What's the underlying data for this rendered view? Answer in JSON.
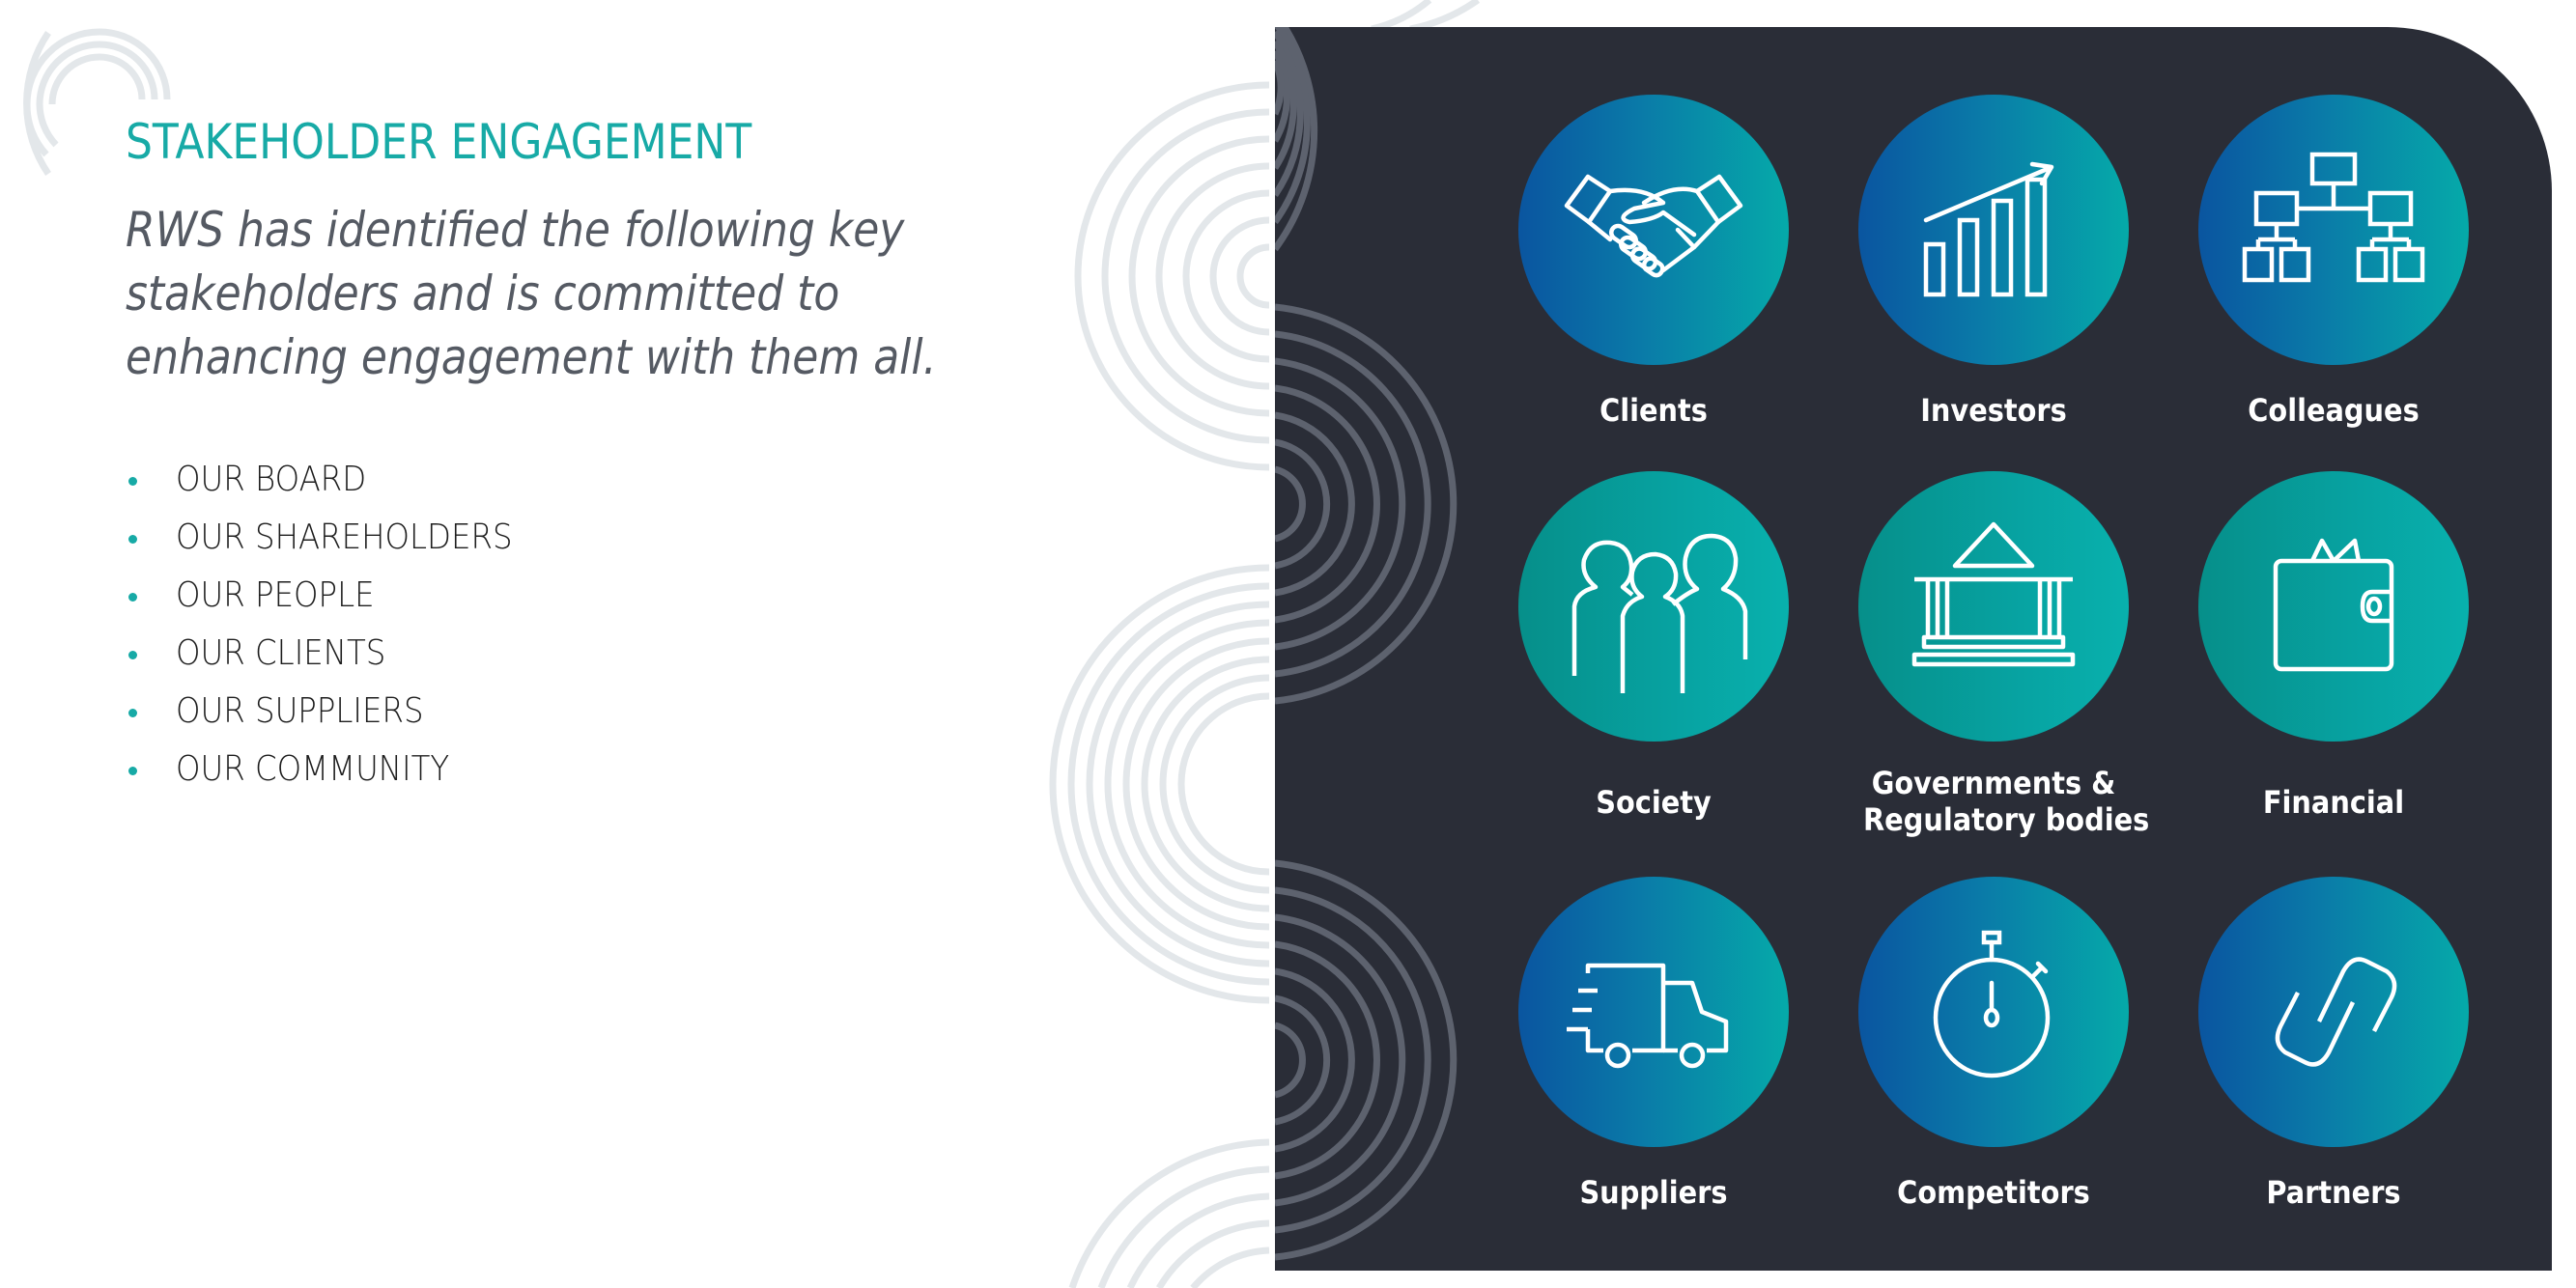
{
  "slide": {
    "title": "STAKEHOLDER ENGAGEMENT",
    "intro": "RWS has identified the following key stakeholders and is committed to enhancing engagement with them all.",
    "stakeholder_list": [
      {
        "label": "OUR BOARD"
      },
      {
        "label": "OUR SHAREHOLDERS"
      },
      {
        "label": "OUR PEOPLE"
      },
      {
        "label": "OUR CLIENTS"
      },
      {
        "label": "OUR SUPPLIERS"
      },
      {
        "label": "OUR COMMUNITY"
      }
    ]
  },
  "panel": {
    "tiles": [
      {
        "label": "Clients",
        "icon": "handshake-icon"
      },
      {
        "label": "Investors",
        "icon": "bar-chart-growth-icon"
      },
      {
        "label": "Colleagues",
        "icon": "org-chart-icon"
      },
      {
        "label": "Society",
        "icon": "people-group-icon"
      },
      {
        "label_line1": "Governments &",
        "label_line2": "Regulatory bodies",
        "icon": "government-building-icon"
      },
      {
        "label": "Financial",
        "icon": "wallet-icon"
      },
      {
        "label": "Suppliers",
        "icon": "delivery-truck-icon"
      },
      {
        "label": "Competitors",
        "icon": "stopwatch-icon"
      },
      {
        "label": "Partners",
        "icon": "chain-link-icon"
      }
    ]
  },
  "colors": {
    "accent_teal": "#17aaa6",
    "panel_bg": "#2a2d37",
    "circle_blue_start": "#0a55a0",
    "circle_teal_end": "#05aaa9",
    "arc_light": "#e3e7ea",
    "arc_dark": "#5d626e"
  }
}
